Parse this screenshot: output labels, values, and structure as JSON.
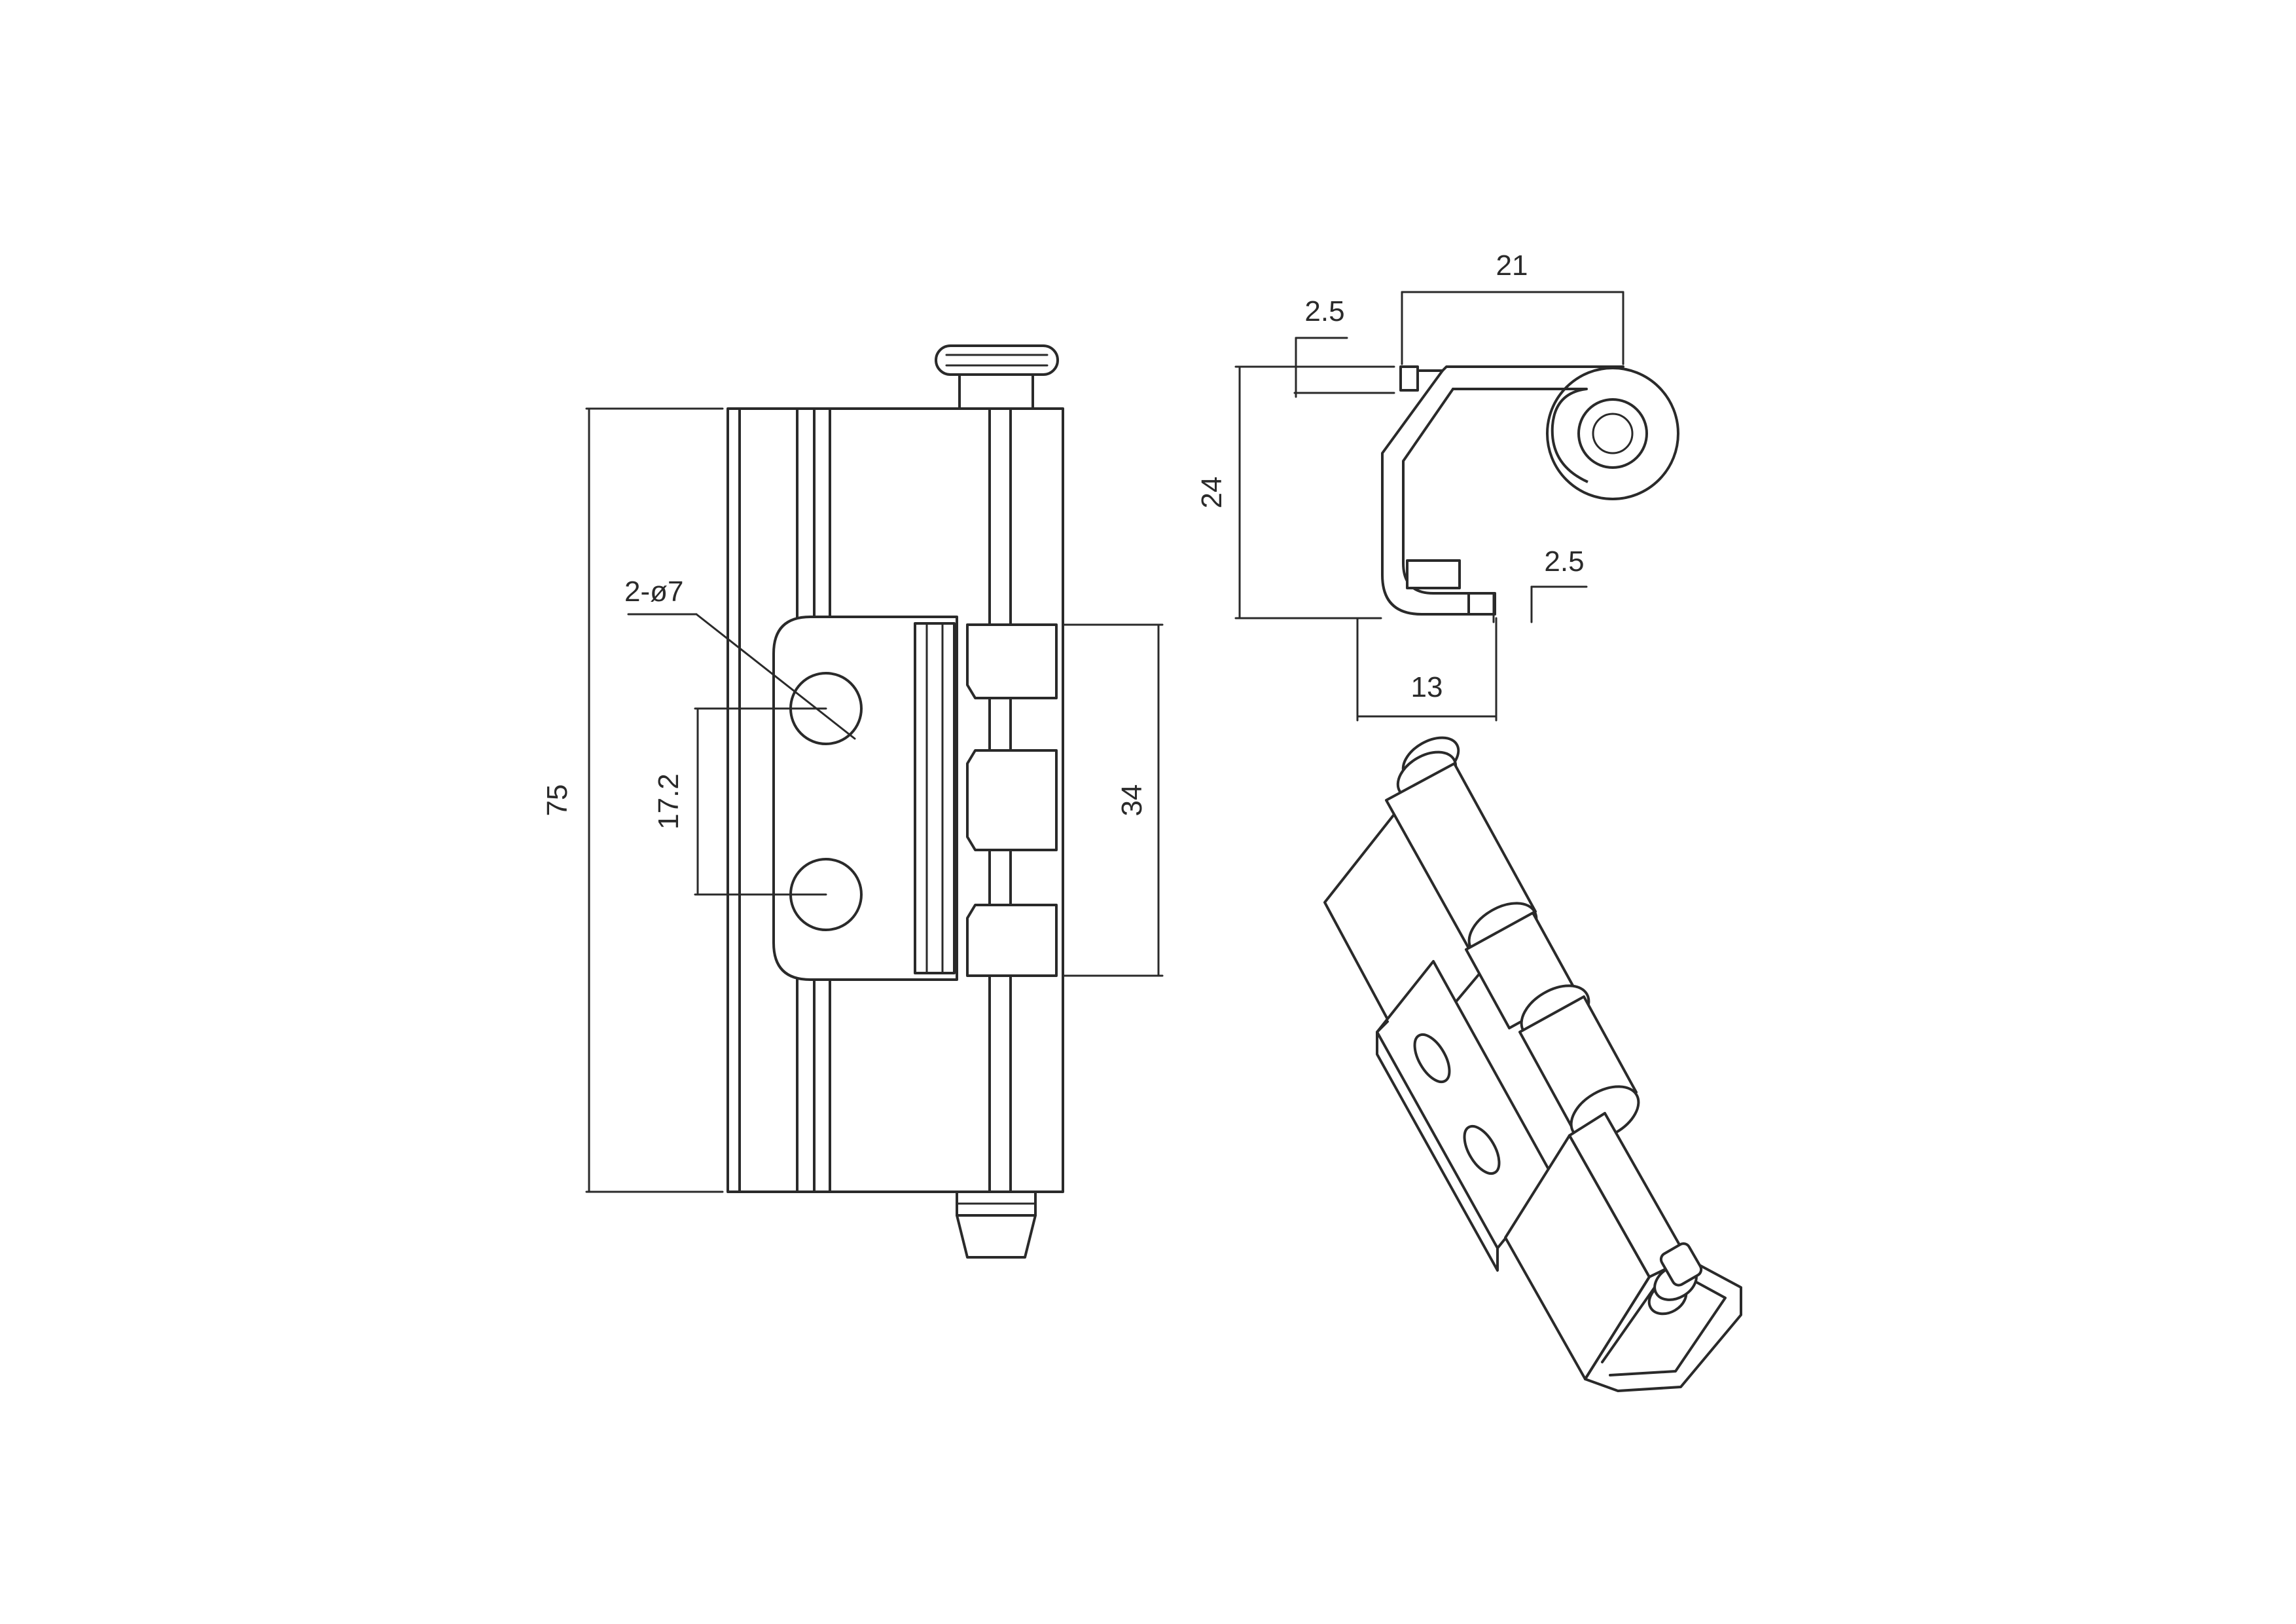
{
  "labels": {
    "hole_callout": "2-ø7",
    "height_total": "75",
    "hole_spacing": "17.2",
    "leaf_height": "34",
    "top_width": "21",
    "top_thickness": "2.5",
    "side_height": "24",
    "bottom_thickness": "2.5",
    "bottom_width": "13"
  },
  "colors": {
    "line": "#2a2a2a",
    "background": "#ffffff"
  }
}
